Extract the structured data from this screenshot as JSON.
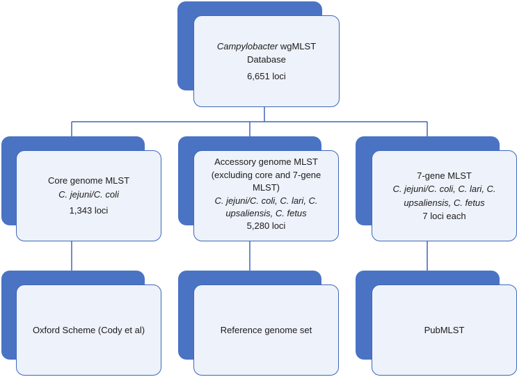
{
  "root": {
    "genus": "Campylobacter",
    "title_rest": " wgMLST",
    "line2": "Database",
    "line3": "6,651 loci"
  },
  "core": {
    "title": "Core genome MLST",
    "species": "C. jejuni/C. coli",
    "loci": "1,343 loci"
  },
  "accessory": {
    "title_a": "Accessory genome MLST",
    "title_b": "(excluding core and 7-gene",
    "title_c": "MLST)",
    "species_a": "C. jejuni/C. coli, C. lari, C.",
    "species_b": "upsaliensis, C. fetus",
    "loci": "5,280 loci"
  },
  "sevengene": {
    "title": "7-gene MLST",
    "species_a": "C. jejuni/C. coli, C. lari, C.",
    "species_b": "upsaliensis, C. fetus",
    "loci": "7 loci each"
  },
  "leaves": {
    "oxford": "Oxford Scheme (Cody et al)",
    "reference": "Reference genome set",
    "pubmlst": "PubMLST"
  },
  "colors": {
    "box_shadow": "#4a73c4",
    "box_fill": "#eef2fa",
    "border": "#3d66b8",
    "connector": "#3d66b8"
  }
}
